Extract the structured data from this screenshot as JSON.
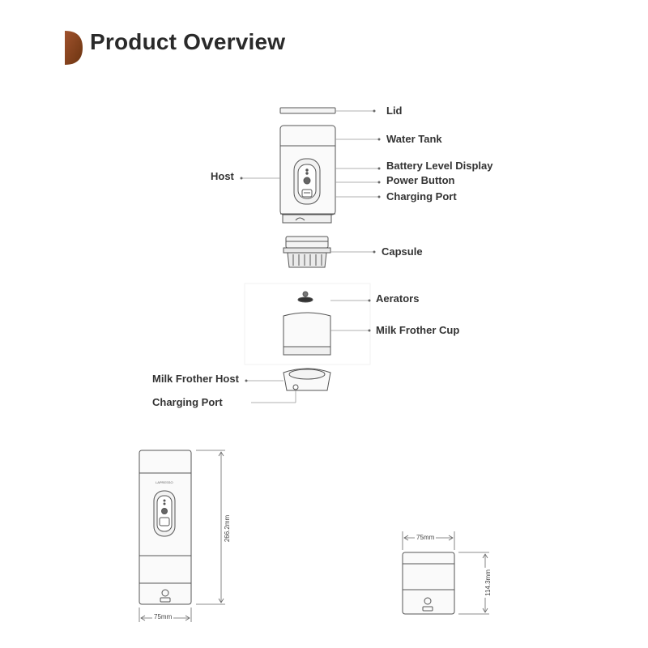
{
  "header": {
    "title": "Product Overview",
    "accent_color": "#8b4513"
  },
  "labels": {
    "lid": "Lid",
    "water_tank": "Water Tank",
    "battery_level_display": "Battery Level Display",
    "power_button": "Power Button",
    "charging_port_host": "Charging Port",
    "host": "Host",
    "capsule": "Capsule",
    "aerators": "Aerators",
    "milk_frother_cup": "Milk Frother Cup",
    "milk_frother_host": "Milk Frother Host",
    "charging_port_frother": "Charging Port"
  },
  "dimensions": {
    "host_height": "266.2mm",
    "host_width": "75mm",
    "frother_width": "75mm",
    "frother_height": "114.3mm"
  },
  "brand_mark": "LAPRESSO"
}
